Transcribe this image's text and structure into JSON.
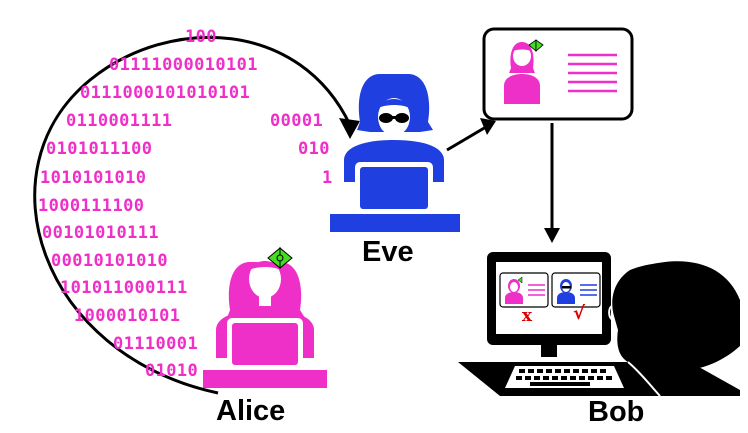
{
  "names": {
    "alice": "Alice",
    "eve": "Eve",
    "bob": "Bob"
  },
  "bits": [
    "100",
    "01111000010101",
    "0111000101010101",
    "0110001111",
    "00001",
    "0101011100",
    "010",
    "1010101010",
    "1",
    "1000111100",
    "00101010111",
    "00010101010",
    "101011000111",
    "1000010101",
    "01110001",
    "01010"
  ],
  "verdict": {
    "reject": "x",
    "accept": "√"
  },
  "colors": {
    "alice": "#ee2fc8",
    "eve": "#1f3fe0",
    "bow": "#44dd22",
    "ink": "#000000",
    "verdict": "#dd0000"
  }
}
